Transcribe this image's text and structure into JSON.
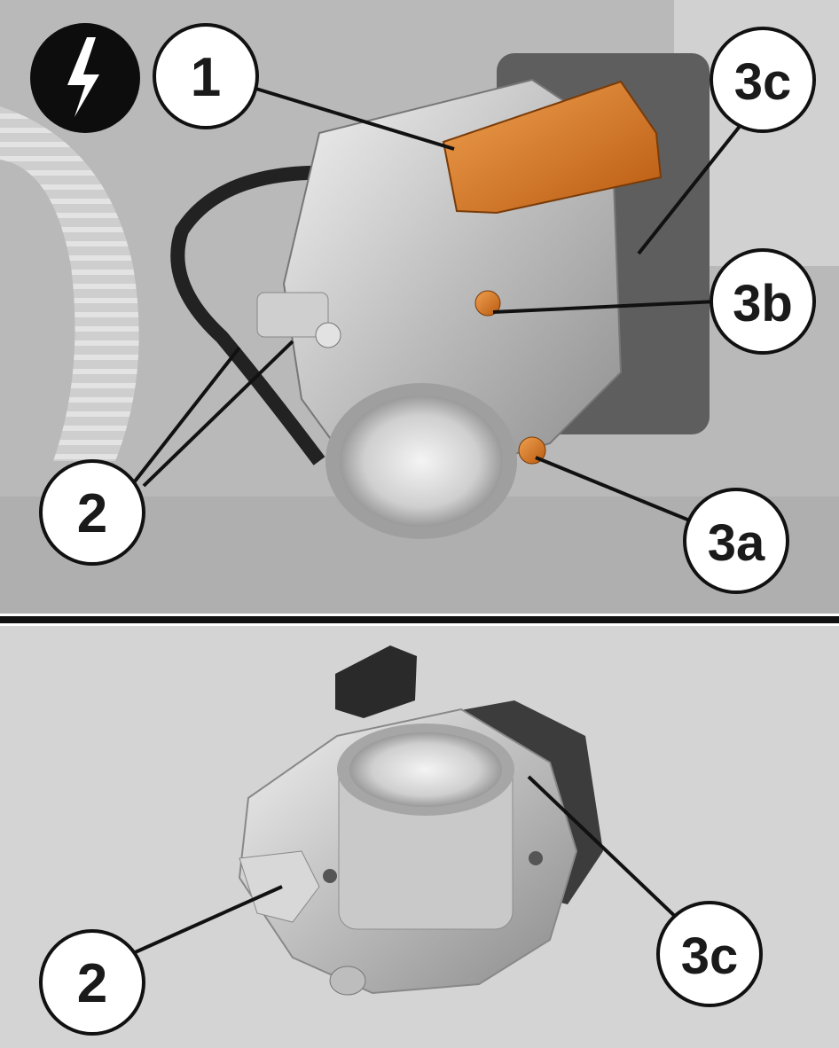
{
  "warning_icon": "lightning-bolt-icon",
  "colors": {
    "highlight": "#d9761f",
    "background_top": "#b9b9b9",
    "background_bottom": "#d4d4d4",
    "divider": "#111111"
  },
  "top_panel": {
    "callouts": {
      "c1": "1",
      "c2": "2",
      "c3a": "3a",
      "c3b": "3b",
      "c3c": "3c"
    }
  },
  "bottom_panel": {
    "callouts": {
      "c2": "2",
      "c3c": "3c"
    }
  }
}
